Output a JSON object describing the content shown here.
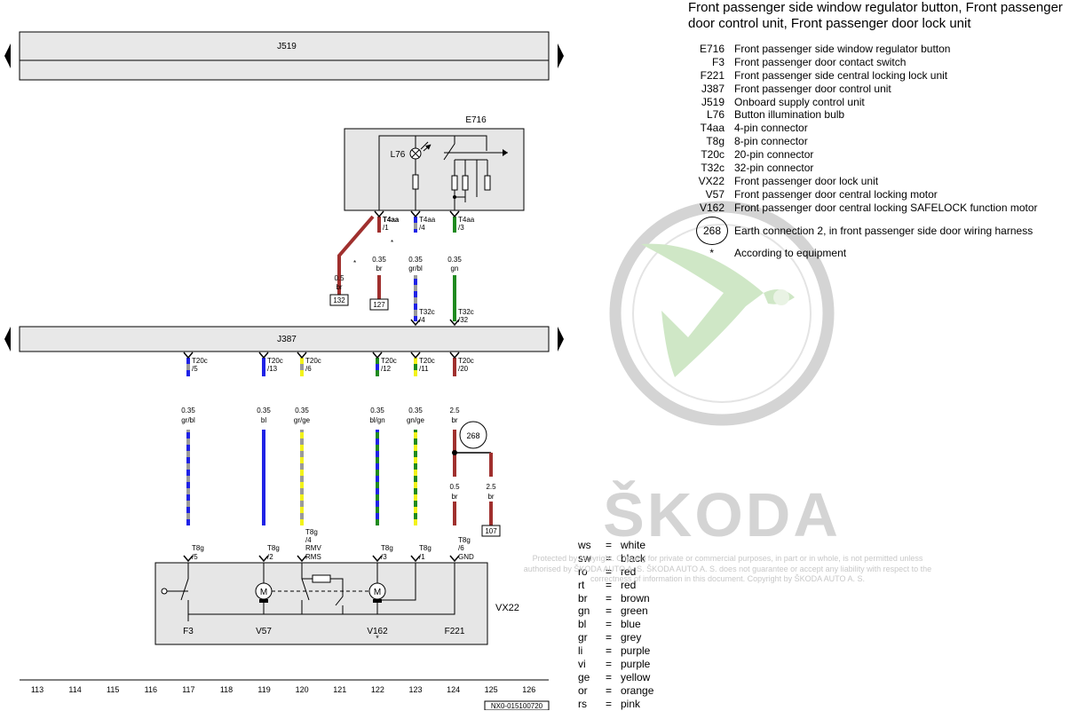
{
  "title": "Front passenger side window regulator button, Front passenger door control unit, Front passenger door lock unit",
  "components": [
    {
      "code": "E716",
      "desc": "Front passenger side window regulator button"
    },
    {
      "code": "F3",
      "desc": "Front passenger door contact switch"
    },
    {
      "code": "F221",
      "desc": "Front passenger side central locking lock unit"
    },
    {
      "code": "J387",
      "desc": "Front passenger door control unit"
    },
    {
      "code": "J519",
      "desc": "Onboard supply control unit"
    },
    {
      "code": "L76",
      "desc": "Button illumination bulb"
    },
    {
      "code": "T4aa",
      "desc": "4-pin connector"
    },
    {
      "code": "T8g",
      "desc": "8-pin connector"
    },
    {
      "code": "T20c",
      "desc": "20-pin connector"
    },
    {
      "code": "T32c",
      "desc": "32-pin connector"
    },
    {
      "code": "VX22",
      "desc": "Front passenger door lock unit"
    },
    {
      "code": "V57",
      "desc": "Front passenger door central locking motor"
    },
    {
      "code": "V162",
      "desc": "Front passenger door central locking SAFELOCK function motor"
    }
  ],
  "earth": {
    "code": "268",
    "desc": "Earth connection 2, in front passenger side door wiring harness"
  },
  "note": {
    "mark": "*",
    "desc": "According to equipment"
  },
  "color_codes": [
    {
      "abbr": "ws",
      "name": "white"
    },
    {
      "abbr": "sw",
      "name": "black"
    },
    {
      "abbr": "ro",
      "name": "red"
    },
    {
      "abbr": "rt",
      "name": "red"
    },
    {
      "abbr": "br",
      "name": "brown"
    },
    {
      "abbr": "gn",
      "name": "green"
    },
    {
      "abbr": "bl",
      "name": "blue"
    },
    {
      "abbr": "gr",
      "name": "grey"
    },
    {
      "abbr": "li",
      "name": "purple"
    },
    {
      "abbr": "vi",
      "name": "purple"
    },
    {
      "abbr": "ge",
      "name": "yellow"
    },
    {
      "abbr": "or",
      "name": "orange"
    },
    {
      "abbr": "rs",
      "name": "pink"
    }
  ],
  "equals_sign": "=",
  "watermark": "Protected by copyright. Copying for private or commercial purposes, in part or in whole, is not permitted unless authorised by ŠKODA AUTO A. S. ŠKODA AUTO A. S. does not guarantee or accept any liability with respect to the correctness of information in this document. Copyright by ŠKODA AUTO A. S.",
  "brand": "ŠKODA",
  "diagram": {
    "j519_label": "J519",
    "j387_label": "J387",
    "e716_label": "E716",
    "l76_label": "L76",
    "vx22_label": "VX22",
    "bottom_labels": [
      "F3",
      "V57",
      "V162",
      "F221"
    ],
    "motor_symbol": "M",
    "doc_number": "NX0-015100720",
    "star": "*",
    "columns": [
      "113",
      "114",
      "115",
      "116",
      "117",
      "118",
      "119",
      "120",
      "121",
      "122",
      "123",
      "124",
      "125",
      "126"
    ],
    "upper_pins": [
      {
        "conn": "T4aa",
        "pin": "/1",
        "size": "0.35",
        "color": "br"
      },
      {
        "conn": "T4aa",
        "pin": "/4",
        "size": "0.35",
        "color": "gr/bl"
      },
      {
        "conn": "T4aa",
        "pin": "/3",
        "size": "0.35",
        "color": "gn"
      }
    ],
    "ref_wire": {
      "size": "0.5",
      "color": "br"
    },
    "refs": [
      "132",
      "127",
      "107"
    ],
    "t32c_pins": [
      {
        "conn": "T32c",
        "pin": "/4"
      },
      {
        "conn": "T32c",
        "pin": "/32"
      }
    ],
    "t20c_pins": [
      {
        "conn": "T20c",
        "pin": "/5",
        "size": "0.35",
        "color": "gr/bl"
      },
      {
        "conn": "T20c",
        "pin": "/13",
        "size": "0.35",
        "color": "bl"
      },
      {
        "conn": "T20c",
        "pin": "/6",
        "size": "0.35",
        "color": "gr/ge"
      },
      {
        "conn": "T20c",
        "pin": "/12",
        "size": "0.35",
        "color": "bl/gn"
      },
      {
        "conn": "T20c",
        "pin": "/11",
        "size": "0.35",
        "color": "gn/ge"
      },
      {
        "conn": "T20c",
        "pin": "/20",
        "size": "2.5",
        "color": "br"
      }
    ],
    "earth_wires": [
      {
        "size": "0.5",
        "color": "br"
      },
      {
        "size": "2.5",
        "color": "br"
      }
    ],
    "t8g_pins": [
      {
        "conn": "T8g",
        "pin": "/5"
      },
      {
        "conn": "T8g",
        "pin": "/2"
      },
      {
        "conn": "T8g",
        "pin": "/4",
        "extra": "RMV",
        "extra2": "RMS"
      },
      {
        "conn": "T8g",
        "pin": "/3"
      },
      {
        "conn": "T8g",
        "pin": "/1"
      },
      {
        "conn": "T8g",
        "pin": "/6",
        "extra": "GND"
      }
    ]
  },
  "colors": {
    "brown": "#a0302e",
    "blue": "#1f22e6",
    "grey": "#9a9a9a",
    "green": "#1f8a1f",
    "yellow": "#f2f21a",
    "bar_fill": "#e8e8e8",
    "box_fill": "#e6e6e6",
    "logo": "#d4d4d4",
    "logo_green": "#cfe7c6"
  }
}
